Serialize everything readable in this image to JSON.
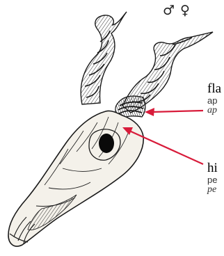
{
  "sex_symbols": {
    "male": "♂",
    "female": "♀"
  },
  "labels": [
    {
      "term": "fla",
      "common": "ap",
      "latin": "ap"
    },
    {
      "term": "hi",
      "common": "pe",
      "latin": "pe"
    }
  ],
  "colors": {
    "pointer": "#d81b3a",
    "ink": "#1a1a1a",
    "bone": "#f4f1ea"
  }
}
